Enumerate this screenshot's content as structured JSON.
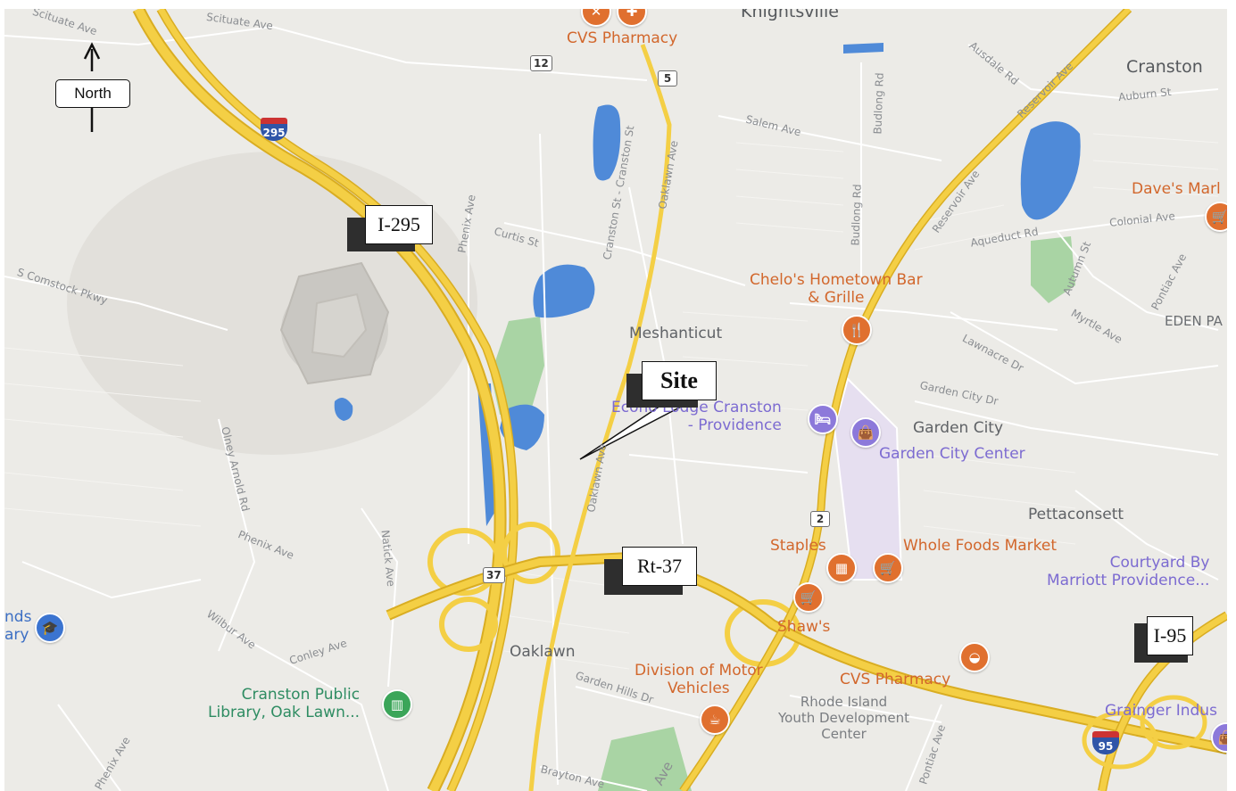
{
  "north": {
    "label": "North"
  },
  "callouts": {
    "i295": "I-295",
    "site": "Site",
    "rt37": "Rt-37",
    "i95": "I-95"
  },
  "places": {
    "knightsville": "Knightsville",
    "cranston": "Cranston",
    "meshanticut": "Meshanticut",
    "garden_city": "Garden City",
    "pettaconsett": "Pettaconsett",
    "oaklawn": "Oaklawn",
    "eden_park": "EDEN PA"
  },
  "streets": {
    "scituate_ave_1": "Scituate Ave",
    "scituate_ave_2": "Scituate Ave",
    "s_comstock": "S Comstock Pkwy",
    "curtis_st": "Curtis St",
    "phenix_ave_top": "Phenix Ave",
    "cranston_st": "Cranston St - Cranston St",
    "oaklawn_ave_top": "Oaklawn Ave",
    "oaklawn_ave_mid": "Oaklawn Ave",
    "salem_ave": "Salem Ave",
    "budlong_rd_1": "Budlong Rd",
    "budlong_rd_2": "Budlong Rd",
    "ausdale_rd": "Ausdale Rd",
    "reservoir_ave_1": "Reservoir Ave",
    "reservoir_ave_2": "Reservoir Ave",
    "auburn_st": "Auburn St",
    "aqueduct_rd": "Aqueduct Rd",
    "colonial_ave": "Colonial Ave",
    "autumn_st": "Autumn St",
    "pontiac_ave_1": "Pontiac Ave",
    "myrtle_ave": "Myrtle Ave",
    "lawnacre_dr": "Lawnacre Dr",
    "garden_city_dr": "Garden City Dr",
    "olney_arnold": "Olney Arnold Rd",
    "phenix_ave_mid": "Phenix Ave",
    "natick_ave": "Natick Ave",
    "wilbur_ave": "Wilbur Ave",
    "conley_ave": "Conley Ave",
    "garden_hills": "Garden Hills Dr",
    "pontiac_ave_2": "Pontiac Ave",
    "brayton_ave": "Brayton Ave",
    "phenix_ave_bottom": "Phenix Ave",
    "ave_bottom": "Ave"
  },
  "pois": {
    "cvs_top": "CVS Pharmacy",
    "chelos": "Chelo's Hometown Bar\n& Grille",
    "econo_lodge": "Econo Lodge Cranston\n- Providence",
    "garden_city_center": "Garden City Center",
    "daves": "Dave's Marl",
    "staples": "Staples",
    "whole_foods": "Whole Foods Market",
    "shaws": "Shaw's",
    "courtyard": "Courtyard By\nMarriott Providence...",
    "dmv": "Division of Motor\nVehicles",
    "cvs_bottom": "CVS Pharmacy",
    "ri_youth": "Rhode Island\nYouth Development\nCenter",
    "grainger": "Grainger Indus",
    "library": "Cranston Public\nLibrary, Oak Lawn...",
    "library_left": "nds\nary"
  },
  "shields": {
    "i295": "295",
    "rt12": "12",
    "rt5": "5",
    "rt37": "37",
    "rt2": "2",
    "i95": "95"
  },
  "colors": {
    "highway": "#f4cf45",
    "highway_edge": "#d9ad22",
    "water": "#4f8ad8",
    "park": "#a9d4a4",
    "land": "#ecebe7",
    "poi_orange": "#e0702f",
    "poi_purple": "#8c79da"
  }
}
